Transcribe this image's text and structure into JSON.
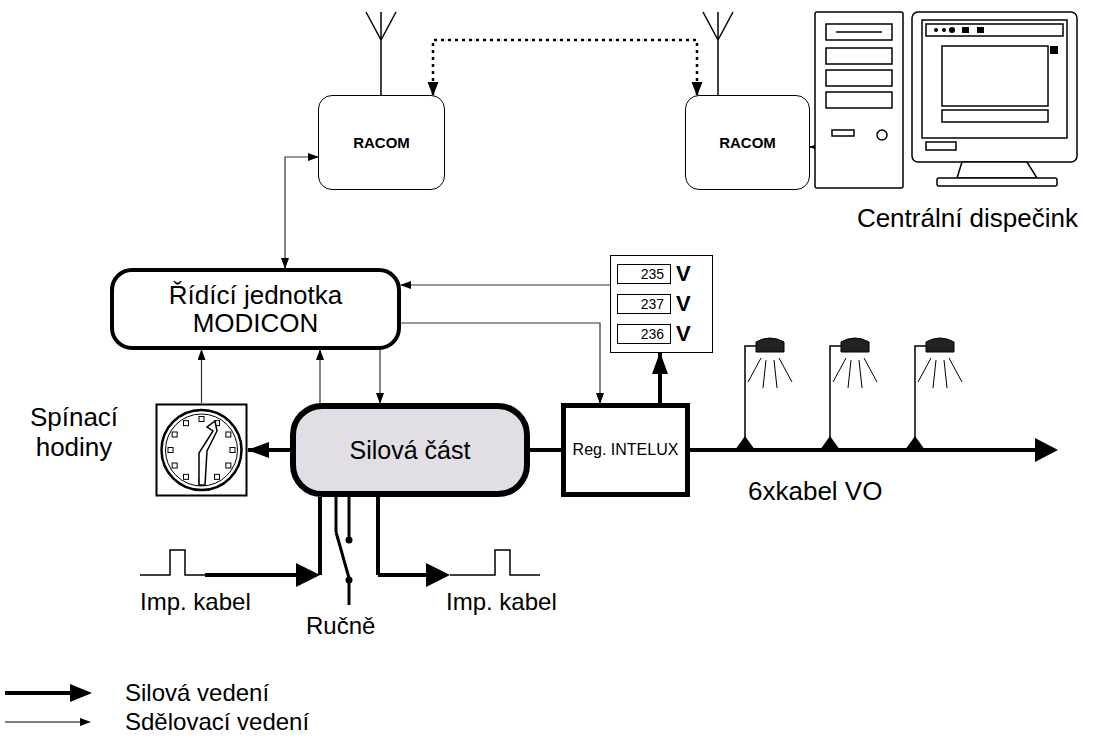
{
  "diagram": {
    "nodes": [
      {
        "text": [
          "RACOM"
        ]
      },
      {
        "text": [
          "RACOM"
        ]
      },
      {
        "text": [
          "Řídící jednotka MODICON"
        ]
      },
      {
        "text": [
          "Silová část"
        ]
      },
      {
        "text": [
          "Reg. INTELUX"
        ]
      },
      {
        "text": [
          "235",
          "V",
          "237",
          "V",
          "236",
          "V"
        ]
      },
      {
        "text": [
          "Spínací hodiny"
        ]
      },
      {
        "text": [
          "Centrální dispečink"
        ]
      }
    ],
    "edges": [
      {
        "from": 0,
        "to": 1,
        "arrow": "both"
      },
      {
        "from": 0,
        "to": 2,
        "arrow": "both"
      },
      {
        "from": 1,
        "to": 7,
        "arrow": "both"
      },
      {
        "from": 5,
        "to": 2,
        "arrow": "to"
      },
      {
        "from": 2,
        "to": 4,
        "arrow": "to"
      },
      {
        "from": 6,
        "to": 2,
        "arrow": "to"
      },
      {
        "from": 3,
        "to": 2,
        "arrow": "to"
      },
      {
        "from": 2,
        "to": 3,
        "arrow": "to"
      },
      {
        "from": 3,
        "to": 6,
        "arrow": "to"
      },
      {
        "from": 3,
        "to": 4,
        "arrow": "none"
      },
      {
        "from": 4,
        "to": 5,
        "arrow": "to"
      }
    ],
    "labels": [
      "6xkabel VO",
      "Imp. kabel",
      "Imp. kabel",
      "Ručně"
    ],
    "legend": [
      {
        "text": "Silová vedení"
      },
      {
        "text": "Sdělovací vedení"
      }
    ]
  }
}
